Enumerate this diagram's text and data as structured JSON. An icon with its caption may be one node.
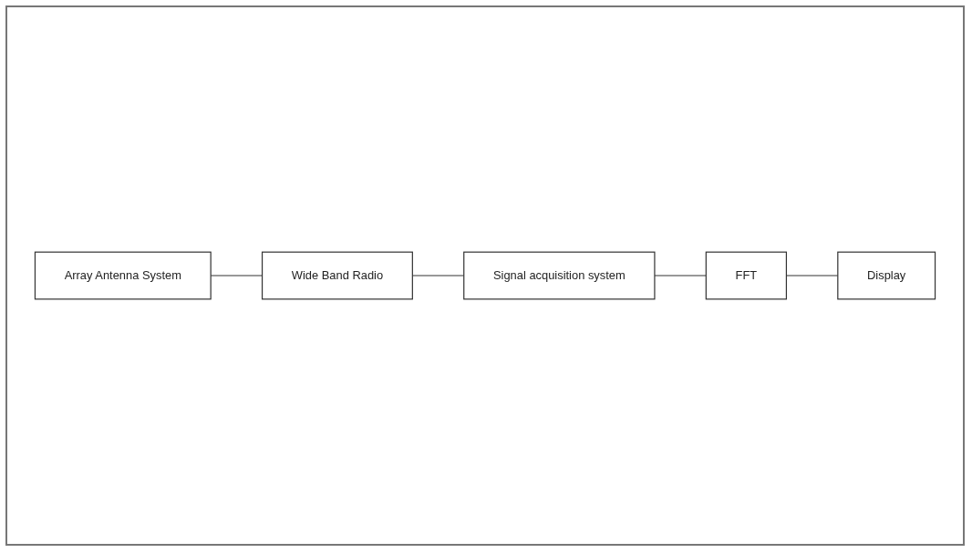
{
  "diagram": {
    "nodes": [
      {
        "text": [
          "Array Antenna System"
        ]
      },
      {
        "text": [
          "Wide Band Radio"
        ]
      },
      {
        "text": [
          "Signal acquisition system"
        ]
      },
      {
        "text": [
          "FFT"
        ]
      },
      {
        "text": [
          "Display"
        ]
      }
    ],
    "edges": [
      {
        "from": 0,
        "to": 1,
        "arrow": "none"
      },
      {
        "from": 1,
        "to": 2,
        "arrow": "none"
      },
      {
        "from": 2,
        "to": 3,
        "arrow": "none"
      },
      {
        "from": 3,
        "to": 4,
        "arrow": "none"
      }
    ]
  }
}
